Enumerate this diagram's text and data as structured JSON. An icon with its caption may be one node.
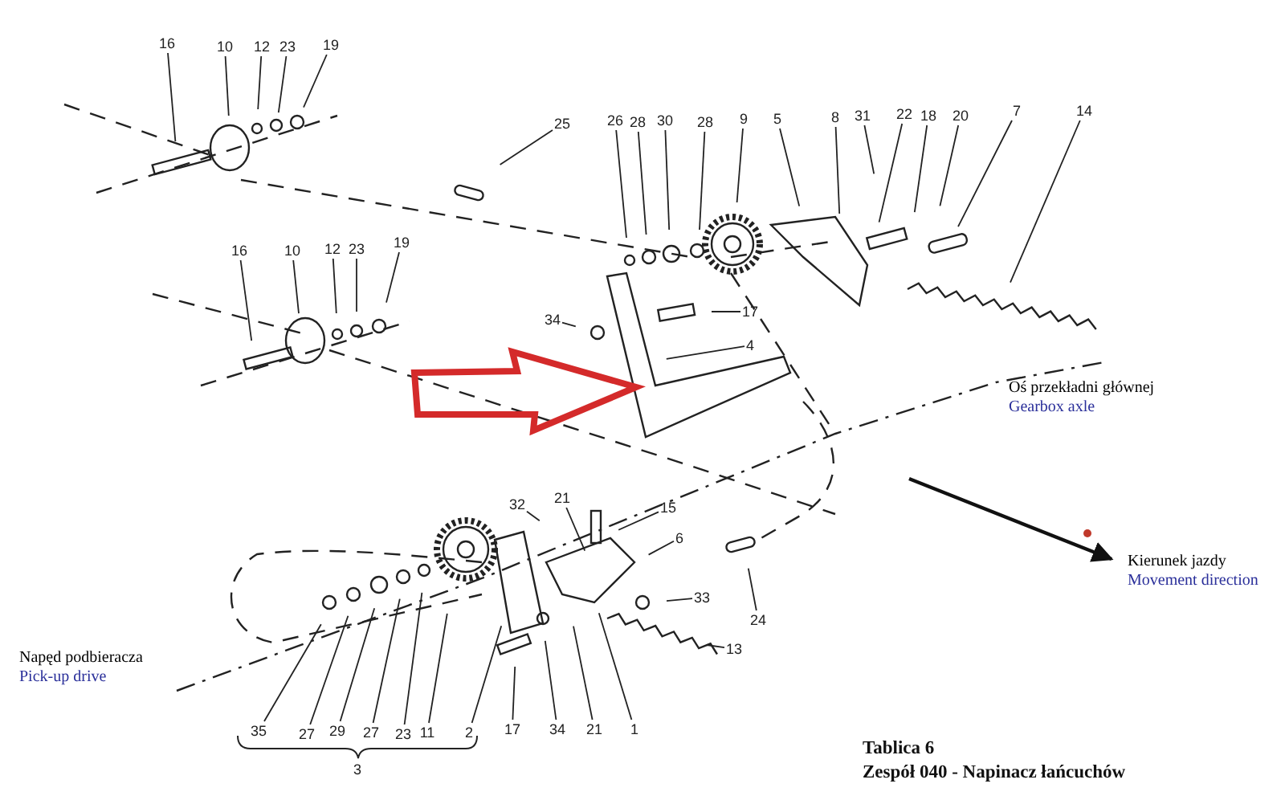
{
  "diagram": {
    "title": "Tablica 6",
    "caption": "Zespół 040 - Napinacz łańcuchów",
    "nodes": [
      {
        "text": [
          "16"
        ]
      },
      {
        "text": [
          "10"
        ]
      },
      {
        "text": [
          "12"
        ]
      },
      {
        "text": [
          "23"
        ]
      },
      {
        "text": [
          "19"
        ]
      },
      {
        "text": [
          "25"
        ]
      },
      {
        "text": [
          "16"
        ]
      },
      {
        "text": [
          "10"
        ]
      },
      {
        "text": [
          "12"
        ]
      },
      {
        "text": [
          "23"
        ]
      },
      {
        "text": [
          "19"
        ]
      },
      {
        "text": [
          "26"
        ]
      },
      {
        "text": [
          "28"
        ]
      },
      {
        "text": [
          "30"
        ]
      },
      {
        "text": [
          "28"
        ]
      },
      {
        "text": [
          "9"
        ]
      },
      {
        "text": [
          "5"
        ]
      },
      {
        "text": [
          "8"
        ]
      },
      {
        "text": [
          "31"
        ]
      },
      {
        "text": [
          "22"
        ]
      },
      {
        "text": [
          "18"
        ]
      },
      {
        "text": [
          "20"
        ]
      },
      {
        "text": [
          "7"
        ]
      },
      {
        "text": [
          "14"
        ]
      },
      {
        "text": [
          "34"
        ]
      },
      {
        "text": [
          "17"
        ]
      },
      {
        "text": [
          "4"
        ]
      },
      {
        "text": [
          "32"
        ]
      },
      {
        "text": [
          "21"
        ]
      },
      {
        "text": [
          "15"
        ]
      },
      {
        "text": [
          "6"
        ]
      },
      {
        "text": [
          "33"
        ]
      },
      {
        "text": [
          "24"
        ]
      },
      {
        "text": [
          "13"
        ]
      },
      {
        "text": [
          "35"
        ]
      },
      {
        "text": [
          "27"
        ]
      },
      {
        "text": [
          "29"
        ]
      },
      {
        "text": [
          "27"
        ]
      },
      {
        "text": [
          "23"
        ]
      },
      {
        "text": [
          "11"
        ]
      },
      {
        "text": [
          "2"
        ]
      },
      {
        "text": [
          "17"
        ]
      },
      {
        "text": [
          "34"
        ]
      },
      {
        "text": [
          "21"
        ]
      },
      {
        "text": [
          "1"
        ]
      }
    ],
    "edges": [
      {
        "from": 0,
        "to": null,
        "arrow": "none"
      },
      {
        "from": 1,
        "to": null,
        "arrow": "none"
      },
      {
        "from": 2,
        "to": null,
        "arrow": "none"
      },
      {
        "from": 3,
        "to": null,
        "arrow": "none"
      },
      {
        "from": 4,
        "to": null,
        "arrow": "none"
      },
      {
        "from": 5,
        "to": null,
        "arrow": "none"
      },
      {
        "from": 6,
        "to": null,
        "arrow": "none"
      },
      {
        "from": 7,
        "to": null,
        "arrow": "none"
      },
      {
        "from": 8,
        "to": null,
        "arrow": "none"
      },
      {
        "from": 9,
        "to": null,
        "arrow": "none"
      },
      {
        "from": 10,
        "to": null,
        "arrow": "none"
      },
      {
        "from": 11,
        "to": null,
        "arrow": "none"
      },
      {
        "from": 12,
        "to": null,
        "arrow": "none"
      },
      {
        "from": 13,
        "to": null,
        "arrow": "none"
      },
      {
        "from": 14,
        "to": null,
        "arrow": "none"
      },
      {
        "from": 15,
        "to": null,
        "arrow": "none"
      },
      {
        "from": 16,
        "to": null,
        "arrow": "none"
      },
      {
        "from": 17,
        "to": null,
        "arrow": "none"
      },
      {
        "from": 18,
        "to": null,
        "arrow": "none"
      },
      {
        "from": 19,
        "to": null,
        "arrow": "none"
      },
      {
        "from": 20,
        "to": null,
        "arrow": "none"
      },
      {
        "from": 21,
        "to": null,
        "arrow": "none"
      },
      {
        "from": 22,
        "to": null,
        "arrow": "none"
      },
      {
        "from": 23,
        "to": null,
        "arrow": "none"
      },
      {
        "from": 24,
        "to": null,
        "arrow": "none"
      },
      {
        "from": 25,
        "to": null,
        "arrow": "none"
      },
      {
        "from": 26,
        "to": null,
        "arrow": "none"
      },
      {
        "from": 27,
        "to": null,
        "arrow": "none"
      },
      {
        "from": 28,
        "to": null,
        "arrow": "none"
      },
      {
        "from": 29,
        "to": null,
        "arrow": "none"
      },
      {
        "from": 30,
        "to": null,
        "arrow": "none"
      },
      {
        "from": 31,
        "to": null,
        "arrow": "none"
      },
      {
        "from": 32,
        "to": null,
        "arrow": "none"
      },
      {
        "from": 33,
        "to": null,
        "arrow": "none"
      },
      {
        "from": 34,
        "to": null,
        "arrow": "none"
      },
      {
        "from": 35,
        "to": null,
        "arrow": "none"
      },
      {
        "from": 36,
        "to": null,
        "arrow": "none"
      },
      {
        "from": 37,
        "to": null,
        "arrow": "none"
      },
      {
        "from": 38,
        "to": null,
        "arrow": "none"
      },
      {
        "from": 39,
        "to": null,
        "arrow": "none"
      },
      {
        "from": 40,
        "to": null,
        "arrow": "none"
      },
      {
        "from": 41,
        "to": null,
        "arrow": "none"
      },
      {
        "from": 42,
        "to": null,
        "arrow": "none"
      },
      {
        "from": 43,
        "to": null,
        "arrow": "none"
      },
      {
        "from": 44,
        "to": null,
        "arrow": "none"
      }
    ],
    "labels": [
      "Oś przekładni głównej",
      "Gearbox axle",
      "Kierunek jazdy",
      "Movement direction",
      "Napęd podbieracza",
      "Pick-up drive",
      "3"
    ]
  }
}
